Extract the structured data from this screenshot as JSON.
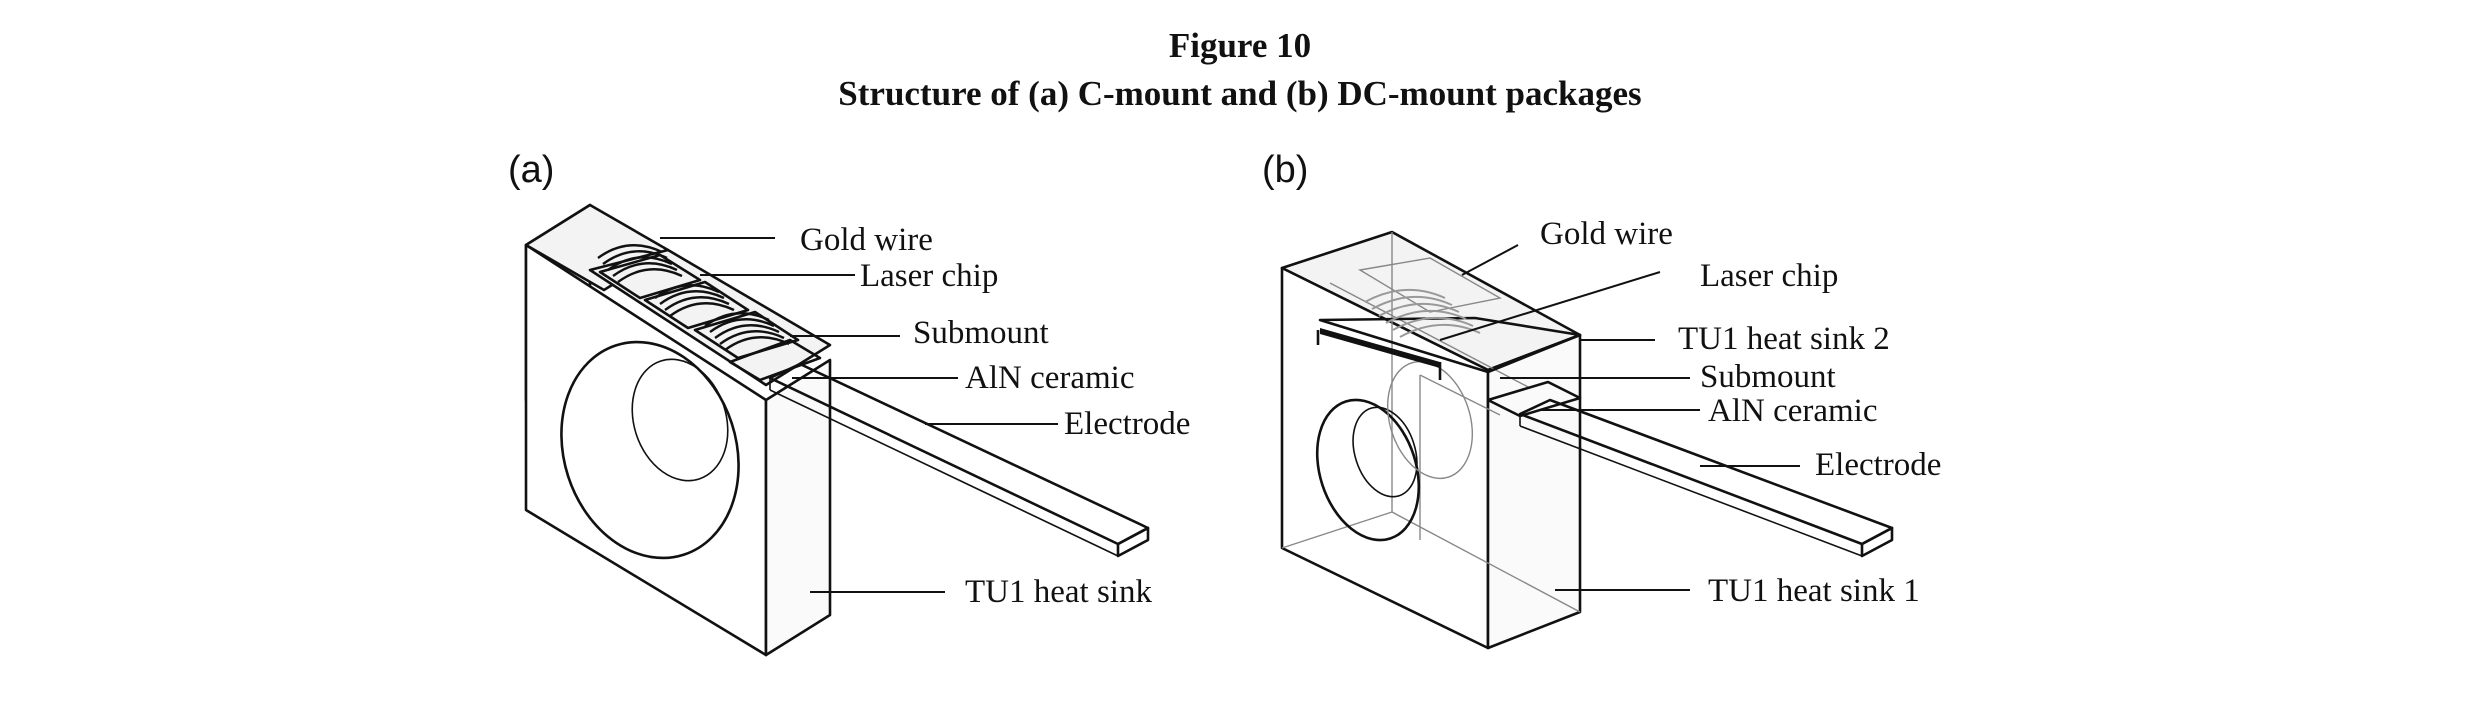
{
  "figure": {
    "number": "Figure 10",
    "caption": "Structure of (a) C-mount and (b) DC-mount packages"
  },
  "panel_a": {
    "letter": "(a)",
    "labels": {
      "gold_wire": "Gold wire",
      "laser_chip": "Laser chip",
      "submount": "Submount",
      "aln_ceramic": "AlN ceramic",
      "electrode": "Electrode",
      "heat_sink": "TU1  heat  sink"
    }
  },
  "panel_b": {
    "letter": "(b)",
    "labels": {
      "gold_wire": "Gold wire",
      "laser_chip": "Laser chip",
      "heat_sink_2": "TU1  heat  sink 2",
      "submount": "Submount",
      "aln_ceramic": "AlN ceramic",
      "electrode": "Electrode",
      "heat_sink_1": "TU1  heat  sink 1"
    }
  }
}
